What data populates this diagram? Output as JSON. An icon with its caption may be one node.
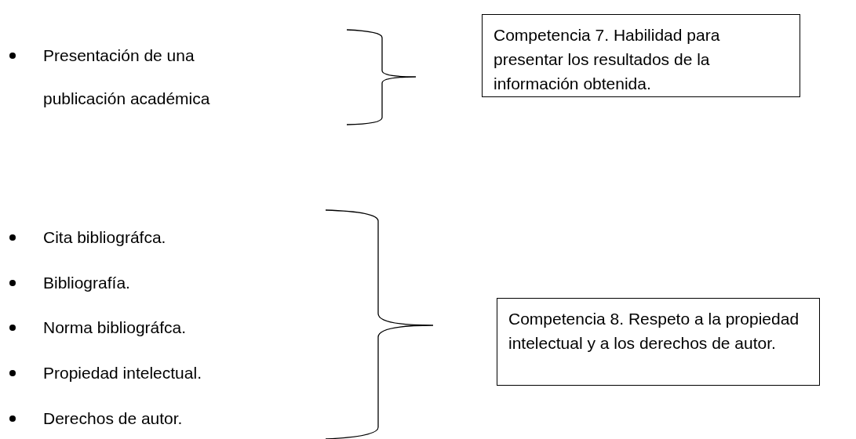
{
  "diagram": {
    "nodes": [
      {
        "text": [
          "Competencia 7. Habilidad para presentar los resultados de la información obtenida."
        ]
      },
      {
        "text": [
          "Competencia 8. Respeto a la propiedad intelectual y a los derechos de autor."
        ]
      }
    ],
    "labels": [
      "Presentación de una publicación académica",
      "Cita bibliográfca.",
      "Bibliografía.",
      "Norma bibliográfca.",
      "Propiedad intelectual.",
      "Derechos de autor."
    ]
  }
}
